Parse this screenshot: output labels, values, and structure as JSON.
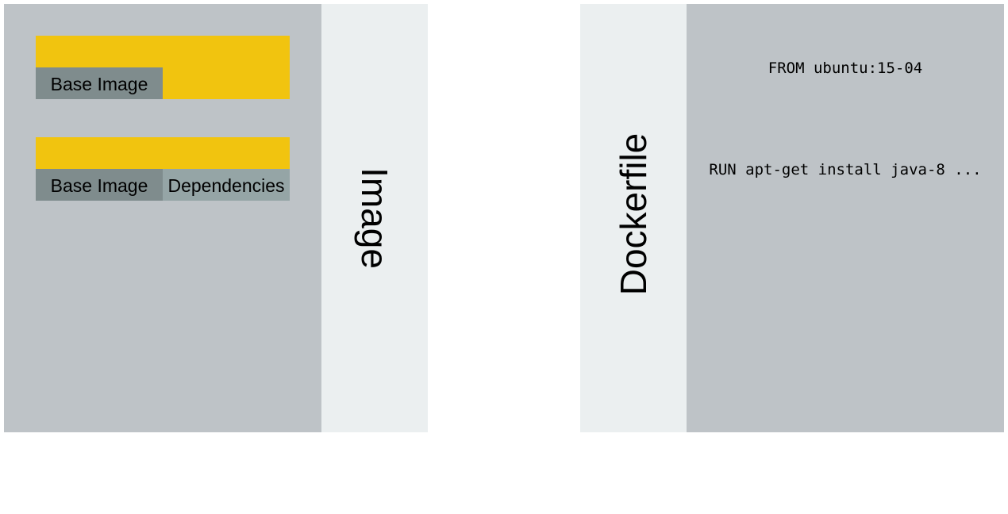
{
  "colors": {
    "panel_body": "#bec3c7",
    "panel_tab": "#ebeff0",
    "layer_top": "#f1c40f",
    "layer_base": "#7f8c8d",
    "layer_dependencies": "#95a5a6",
    "background": "#ffffff"
  },
  "image_panel": {
    "title": "Image",
    "stacks": [
      {
        "layers": [
          "Base Image"
        ]
      },
      {
        "layers": [
          "Base Image",
          "Dependencies"
        ]
      }
    ]
  },
  "dockerfile_panel": {
    "title": "Dockerfile",
    "instructions": [
      "FROM ubuntu:15-04",
      "RUN apt-get install java-8 ..."
    ]
  }
}
